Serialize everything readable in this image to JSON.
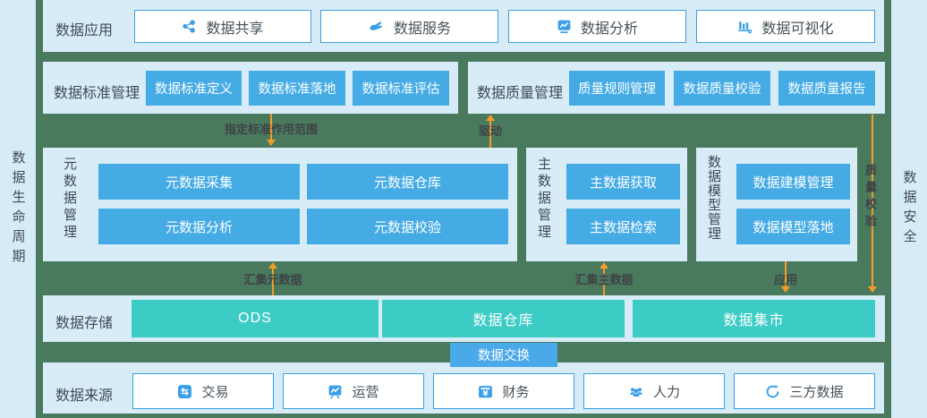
{
  "colors": {
    "canvas_green": "#4a7a5e",
    "panel_blue": "#d8ecf8",
    "button_blue": "#45abe5",
    "teal": "#3dcbc5",
    "orange": "#f59c28",
    "outline_blue": "#3aa0e0",
    "icon_blue": "#3b9fe8",
    "text_dark": "#3f4a52"
  },
  "side": {
    "left_label": "数据生命周期",
    "right_label": "数据安全"
  },
  "app_row": {
    "label": "数据应用",
    "items": [
      {
        "label": "数据共享",
        "icon": "share-icon"
      },
      {
        "label": "数据服务",
        "icon": "service-hand-icon"
      },
      {
        "label": "数据分析",
        "icon": "line-chart-icon"
      },
      {
        "label": "数据可视化",
        "icon": "bar-chart-icon"
      }
    ]
  },
  "standard_row": {
    "label": "数据标准管理",
    "items": [
      "数据标准定义",
      "数据标准落地",
      "数据标准评估"
    ]
  },
  "quality_row": {
    "label": "数据质量管理",
    "items": [
      "质量规则管理",
      "数据质量校验",
      "数据质量报告"
    ]
  },
  "metadata_panel": {
    "label": "元数据管理",
    "items": [
      "元数据采集",
      "元数据仓库",
      "元数据分析",
      "元数据校验"
    ]
  },
  "master_panel": {
    "label": "主数据管理",
    "items": [
      "主数据获取",
      "主数据检索"
    ]
  },
  "model_panel": {
    "label": "数据模型管理",
    "items": [
      "数据建模管理",
      "数据模型落地"
    ]
  },
  "storage_row": {
    "label": "数据存储",
    "items": [
      "ODS",
      "数据仓库",
      "数据集市"
    ]
  },
  "exchange_badge": {
    "label": "数据交换"
  },
  "source_row": {
    "label": "数据来源",
    "items": [
      {
        "label": "交易",
        "icon": "transfer-icon"
      },
      {
        "label": "运营",
        "icon": "operations-icon"
      },
      {
        "label": "财务",
        "icon": "finance-icon"
      },
      {
        "label": "人力",
        "icon": "people-icon"
      },
      {
        "label": "三方数据",
        "icon": "refresh-icon"
      }
    ]
  },
  "annotations": {
    "set_standard_scope": "指定标准作用范围",
    "drive": "驱动",
    "collect_metadata": "汇集元数据",
    "collect_masterdata": "汇集主数据",
    "apply": "应用",
    "quality_check": "质量校验"
  }
}
